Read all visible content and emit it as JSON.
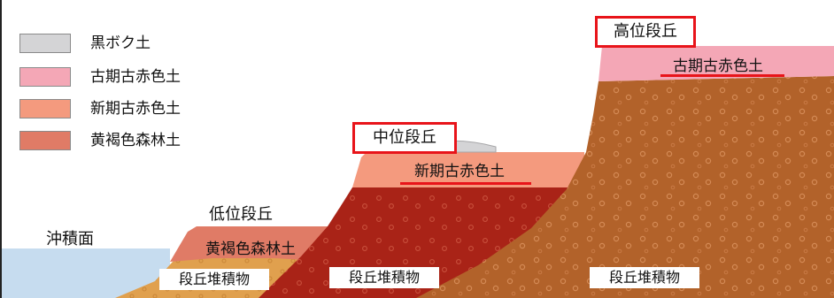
{
  "legend": {
    "items": [
      {
        "label": "黒ボク土",
        "color": "#d4d4d6"
      },
      {
        "label": "古期古赤色土",
        "color": "#f4a7b6"
      },
      {
        "label": "新期古赤色土",
        "color": "#f49a7e"
      },
      {
        "label": "黄褐色森林土",
        "color": "#e07b66"
      }
    ]
  },
  "terraces": {
    "alluvial": "沖積面",
    "low": "低位段丘",
    "middle": "中位段丘",
    "high": "高位段丘"
  },
  "soil_labels": {
    "yellow_brown_forest": "黄褐色森林土",
    "new_paleo_red": "新期古赤色土",
    "old_paleo_red": "古期古赤色土"
  },
  "deposits": {
    "low": "段丘堆積物",
    "middle": "段丘堆積物",
    "high": "段丘堆積物"
  },
  "colors": {
    "alluvial_blue": "#c6dcef",
    "low_deposit_tan": "#e0a04e",
    "middle_deposit_red": "#a92317",
    "high_deposit_brown": "#b2622a",
    "pebble": "#d48a55",
    "highlight_red": "#e8141a"
  }
}
